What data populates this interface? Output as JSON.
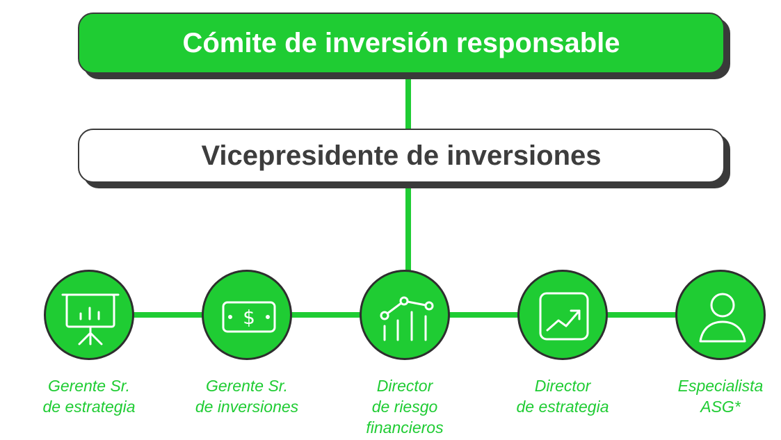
{
  "committee": {
    "title": "Cómite de inversión responsable"
  },
  "vp": {
    "title": "Vicepresidente de inversiones"
  },
  "roles": [
    {
      "icon": "presentation-chart-icon",
      "lines": [
        "Gerente Sr.",
        "de estrategia"
      ]
    },
    {
      "icon": "dollar-bill-icon",
      "lines": [
        "Gerente Sr.",
        "de inversiones"
      ]
    },
    {
      "icon": "risk-analytics-icon",
      "lines": [
        "Director",
        "de riesgo",
        "financieros"
      ]
    },
    {
      "icon": "growth-chart-icon",
      "lines": [
        "Director",
        "de estrategia"
      ]
    },
    {
      "icon": "user-icon",
      "lines": [
        "Especialista",
        "ASG*"
      ]
    }
  ],
  "colors": {
    "accent": "#1fcc33",
    "outline": "#3a3a3a",
    "text": "#3d3d3d"
  }
}
